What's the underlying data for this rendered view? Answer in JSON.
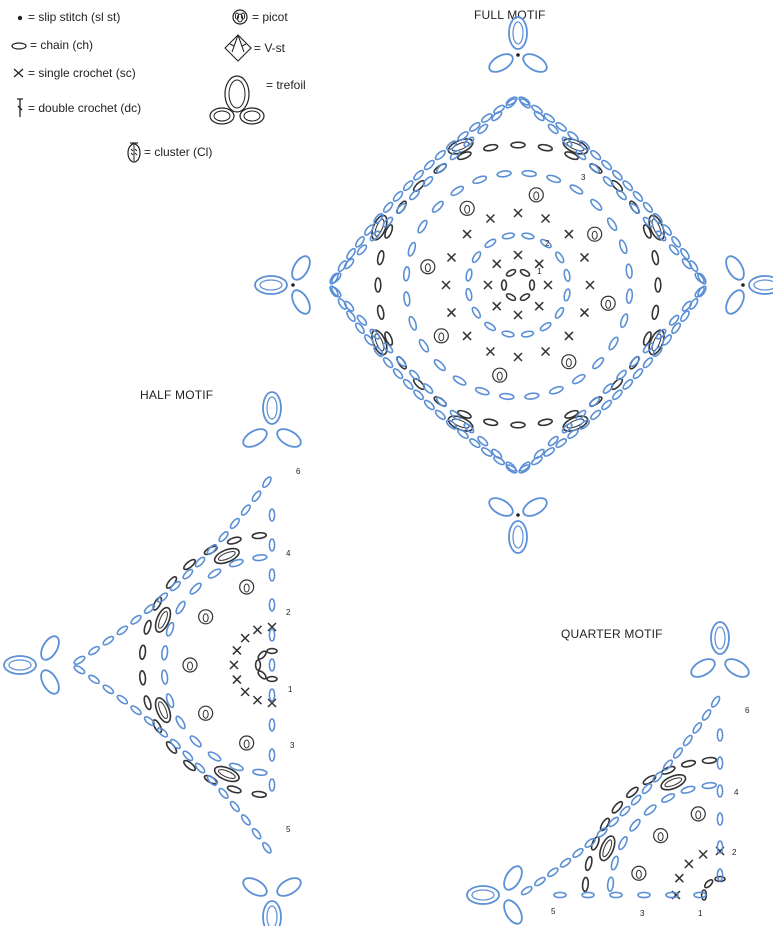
{
  "legend": {
    "slip_stitch": "= slip stitch (sl st)",
    "chain": "= chain (ch)",
    "single_crochet": "= single crochet (sc)",
    "double_crochet": "= double crochet (dc)",
    "cluster": "= cluster (Cl)",
    "picot": "= picot",
    "v_stitch": "= V-st",
    "trefoil": "= trefoil"
  },
  "titles": {
    "full": "FULL MOTIF",
    "half": "HALF MOTIF",
    "quarter": "QUARTER MOTIF"
  },
  "round_numbers": {
    "full": [
      "1",
      "2",
      "3"
    ],
    "half": [
      "6",
      "4",
      "2",
      "1",
      "3",
      "5"
    ],
    "quarter": [
      "6",
      "4",
      "2",
      "5",
      "3",
      "1"
    ]
  },
  "colors": {
    "blue_rounds": "#5b8fd6",
    "dark_rounds": "#333333",
    "text": "#222222"
  }
}
